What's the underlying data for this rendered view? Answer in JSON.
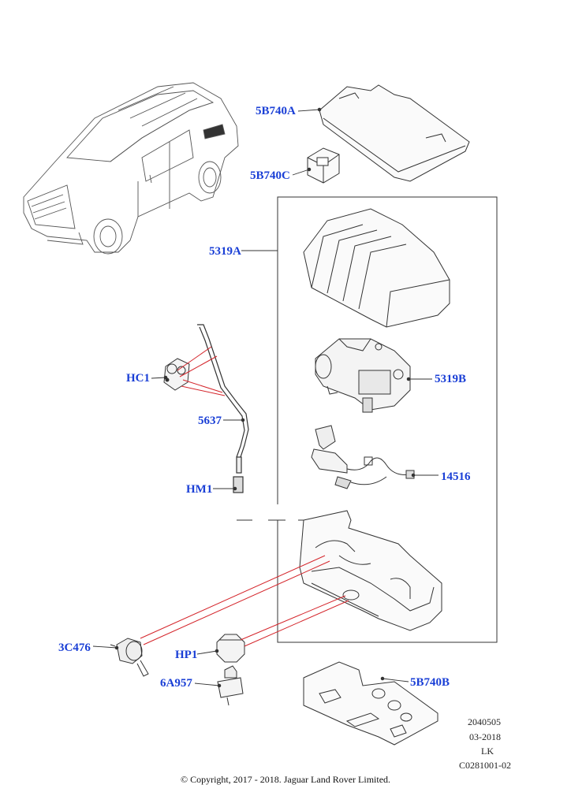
{
  "parts": [
    {
      "id": "5b740a",
      "label": "5B740A"
    },
    {
      "id": "5b740c",
      "label": "5B740C"
    },
    {
      "id": "5319a",
      "label": "5319A"
    },
    {
      "id": "5319b",
      "label": "5319B"
    },
    {
      "id": "hc1",
      "label": "HC1"
    },
    {
      "id": "5637",
      "label": "5637"
    },
    {
      "id": "14516",
      "label": "14516"
    },
    {
      "id": "hm1",
      "label": "HM1"
    },
    {
      "id": "3c476",
      "label": "3C476"
    },
    {
      "id": "hp1",
      "label": "HP1"
    },
    {
      "id": "6a957",
      "label": "6A957"
    },
    {
      "id": "5b740b",
      "label": "5B740B"
    }
  ],
  "drawing_info": {
    "number": "2040505",
    "date": "03-2018",
    "author": "LK",
    "code": "C0281001-02"
  },
  "copyright": "© Copyright, 2017 - 2018. Jaguar Land Rover Limited.",
  "colors": {
    "callout": "#1a3fd6",
    "leader_red": "#d4242a",
    "line": "#333333"
  }
}
